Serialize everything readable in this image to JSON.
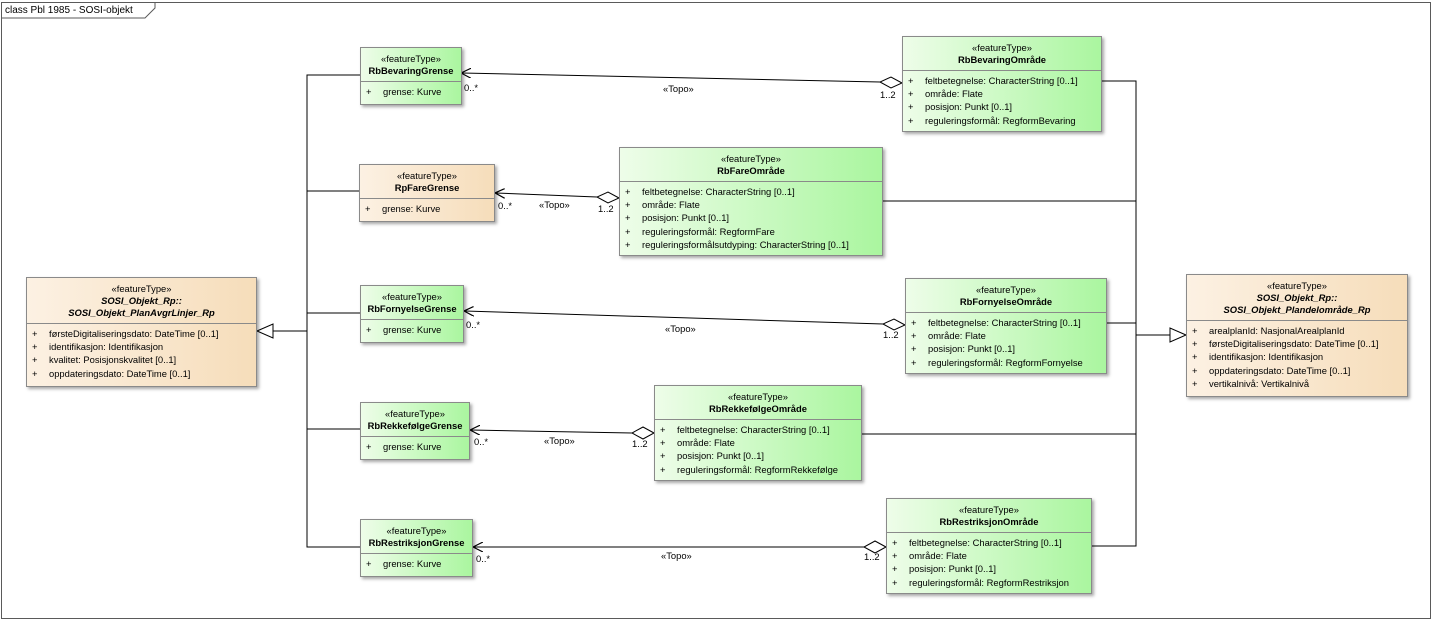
{
  "diagram_title": "class Pbl 1985 - SOSI-objekt",
  "stereotype": "«featureType»",
  "topo_label": "«Topo»",
  "mult_grense": "0..*",
  "mult_omrade": "1..2",
  "classes": {
    "rbBevaringGrense": {
      "name": "RbBevaringGrense",
      "attrs": [
        {
          "vis": "+",
          "text": "grense: Kurve"
        }
      ]
    },
    "rpFareGrense": {
      "name": "RpFareGrense",
      "attrs": [
        {
          "vis": "+",
          "text": "grense: Kurve"
        }
      ]
    },
    "rbFornyelseGrense": {
      "name": "RbFornyelseGrense",
      "attrs": [
        {
          "vis": "+",
          "text": "grense: Kurve"
        }
      ]
    },
    "rbRekkefolgeGrense": {
      "name": "RbRekkefølgeGrense",
      "attrs": [
        {
          "vis": "+",
          "text": "grense: Kurve"
        }
      ]
    },
    "rbRestriksjonGrense": {
      "name": "RbRestriksjonGrense",
      "attrs": [
        {
          "vis": "+",
          "text": "grense: Kurve"
        }
      ]
    },
    "rbBevaringOmrade": {
      "name": "RbBevaringOmråde",
      "attrs": [
        {
          "vis": "+",
          "text": "feltbetegnelse: CharacterString [0..1]"
        },
        {
          "vis": "+",
          "text": "område: Flate"
        },
        {
          "vis": "+",
          "text": "posisjon: Punkt [0..1]"
        },
        {
          "vis": "+",
          "text": "reguleringsformål: RegformBevaring"
        }
      ]
    },
    "rbFareOmrade": {
      "name": "RbFareOmråde",
      "attrs": [
        {
          "vis": "+",
          "text": "feltbetegnelse: CharacterString [0..1]"
        },
        {
          "vis": "+",
          "text": "område: Flate"
        },
        {
          "vis": "+",
          "text": "posisjon: Punkt [0..1]"
        },
        {
          "vis": "+",
          "text": "reguleringsformål: RegformFare"
        },
        {
          "vis": "+",
          "text": "reguleringsformålsutdyping: CharacterString [0..1]"
        }
      ]
    },
    "rbFornyelseOmrade": {
      "name": "RbFornyelseOmråde",
      "attrs": [
        {
          "vis": "+",
          "text": "feltbetegnelse: CharacterString [0..1]"
        },
        {
          "vis": "+",
          "text": "område: Flate"
        },
        {
          "vis": "+",
          "text": "posisjon: Punkt [0..1]"
        },
        {
          "vis": "+",
          "text": "reguleringsformål: RegformFornyelse"
        }
      ]
    },
    "rbRekkefolgeOmrade": {
      "name": "RbRekkefølgeOmråde",
      "attrs": [
        {
          "vis": "+",
          "text": "feltbetegnelse: CharacterString [0..1]"
        },
        {
          "vis": "+",
          "text": "område: Flate"
        },
        {
          "vis": "+",
          "text": "posisjon: Punkt [0..1]"
        },
        {
          "vis": "+",
          "text": "reguleringsformål: RegformRekkefølge"
        }
      ]
    },
    "rbRestriksjonOmrade": {
      "name": "RbRestriksjonOmråde",
      "attrs": [
        {
          "vis": "+",
          "text": "feltbetegnelse: CharacterString [0..1]"
        },
        {
          "vis": "+",
          "text": "område: Flate"
        },
        {
          "vis": "+",
          "text": "posisjon: Punkt [0..1]"
        },
        {
          "vis": "+",
          "text": "reguleringsformål: RegformRestriksjon"
        }
      ]
    },
    "sosiPlanAvgrLinjer": {
      "name_line1": "SOSI_Objekt_Rp::",
      "name_line2": "SOSI_Objekt_PlanAvgrLinjer_Rp",
      "attrs": [
        {
          "vis": "+",
          "text": "førsteDigitaliseringsdato: DateTime [0..1]"
        },
        {
          "vis": "+",
          "text": "identifikasjon: Identifikasjon"
        },
        {
          "vis": "+",
          "text": "kvalitet: Posisjonskvalitet [0..1]"
        },
        {
          "vis": "+",
          "text": "oppdateringsdato: DateTime [0..1]"
        }
      ]
    },
    "sosiPlandelomrade": {
      "name_line1": "SOSI_Objekt_Rp::",
      "name_line2": "SOSI_Objekt_Plandelområde_Rp",
      "attrs": [
        {
          "vis": "+",
          "text": "arealplanId: NasjonalArealplanId"
        },
        {
          "vis": "+",
          "text": "førsteDigitaliseringsdato: DateTime [0..1]"
        },
        {
          "vis": "+",
          "text": "identifikasjon: Identifikasjon"
        },
        {
          "vis": "+",
          "text": "oppdateringsdato: DateTime [0..1]"
        },
        {
          "vis": "+",
          "text": "vertikalnivå: Vertikalnivå"
        }
      ]
    }
  },
  "colors": {
    "green_light": "#eefde9",
    "green_dark": "#aaf69f",
    "orange_light": "#fcf1e3",
    "orange_dark": "#f6ddba",
    "border": "#8a8a8a"
  }
}
